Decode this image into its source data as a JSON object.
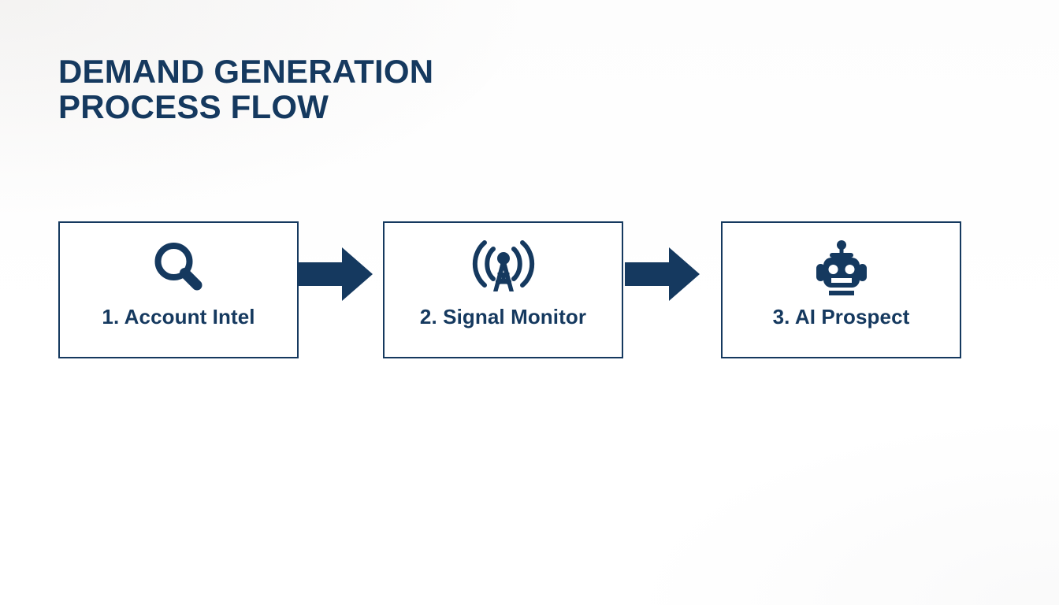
{
  "slide": {
    "title": "DEMAND GENERATION\nPROCESS FLOW",
    "background_color": "#ffffff",
    "accent_color": "#15395f"
  },
  "flow": {
    "steps": [
      {
        "label": "1. Account Intel",
        "icon": "magnifying-glass-icon"
      },
      {
        "label": "2. Signal Monitor",
        "icon": "broadcast-tower-icon"
      },
      {
        "label": "3. AI Prospect",
        "icon": "robot-head-icon"
      }
    ],
    "connectors": [
      {
        "icon": "arrow-right-icon"
      },
      {
        "icon": "arrow-right-icon"
      }
    ]
  }
}
